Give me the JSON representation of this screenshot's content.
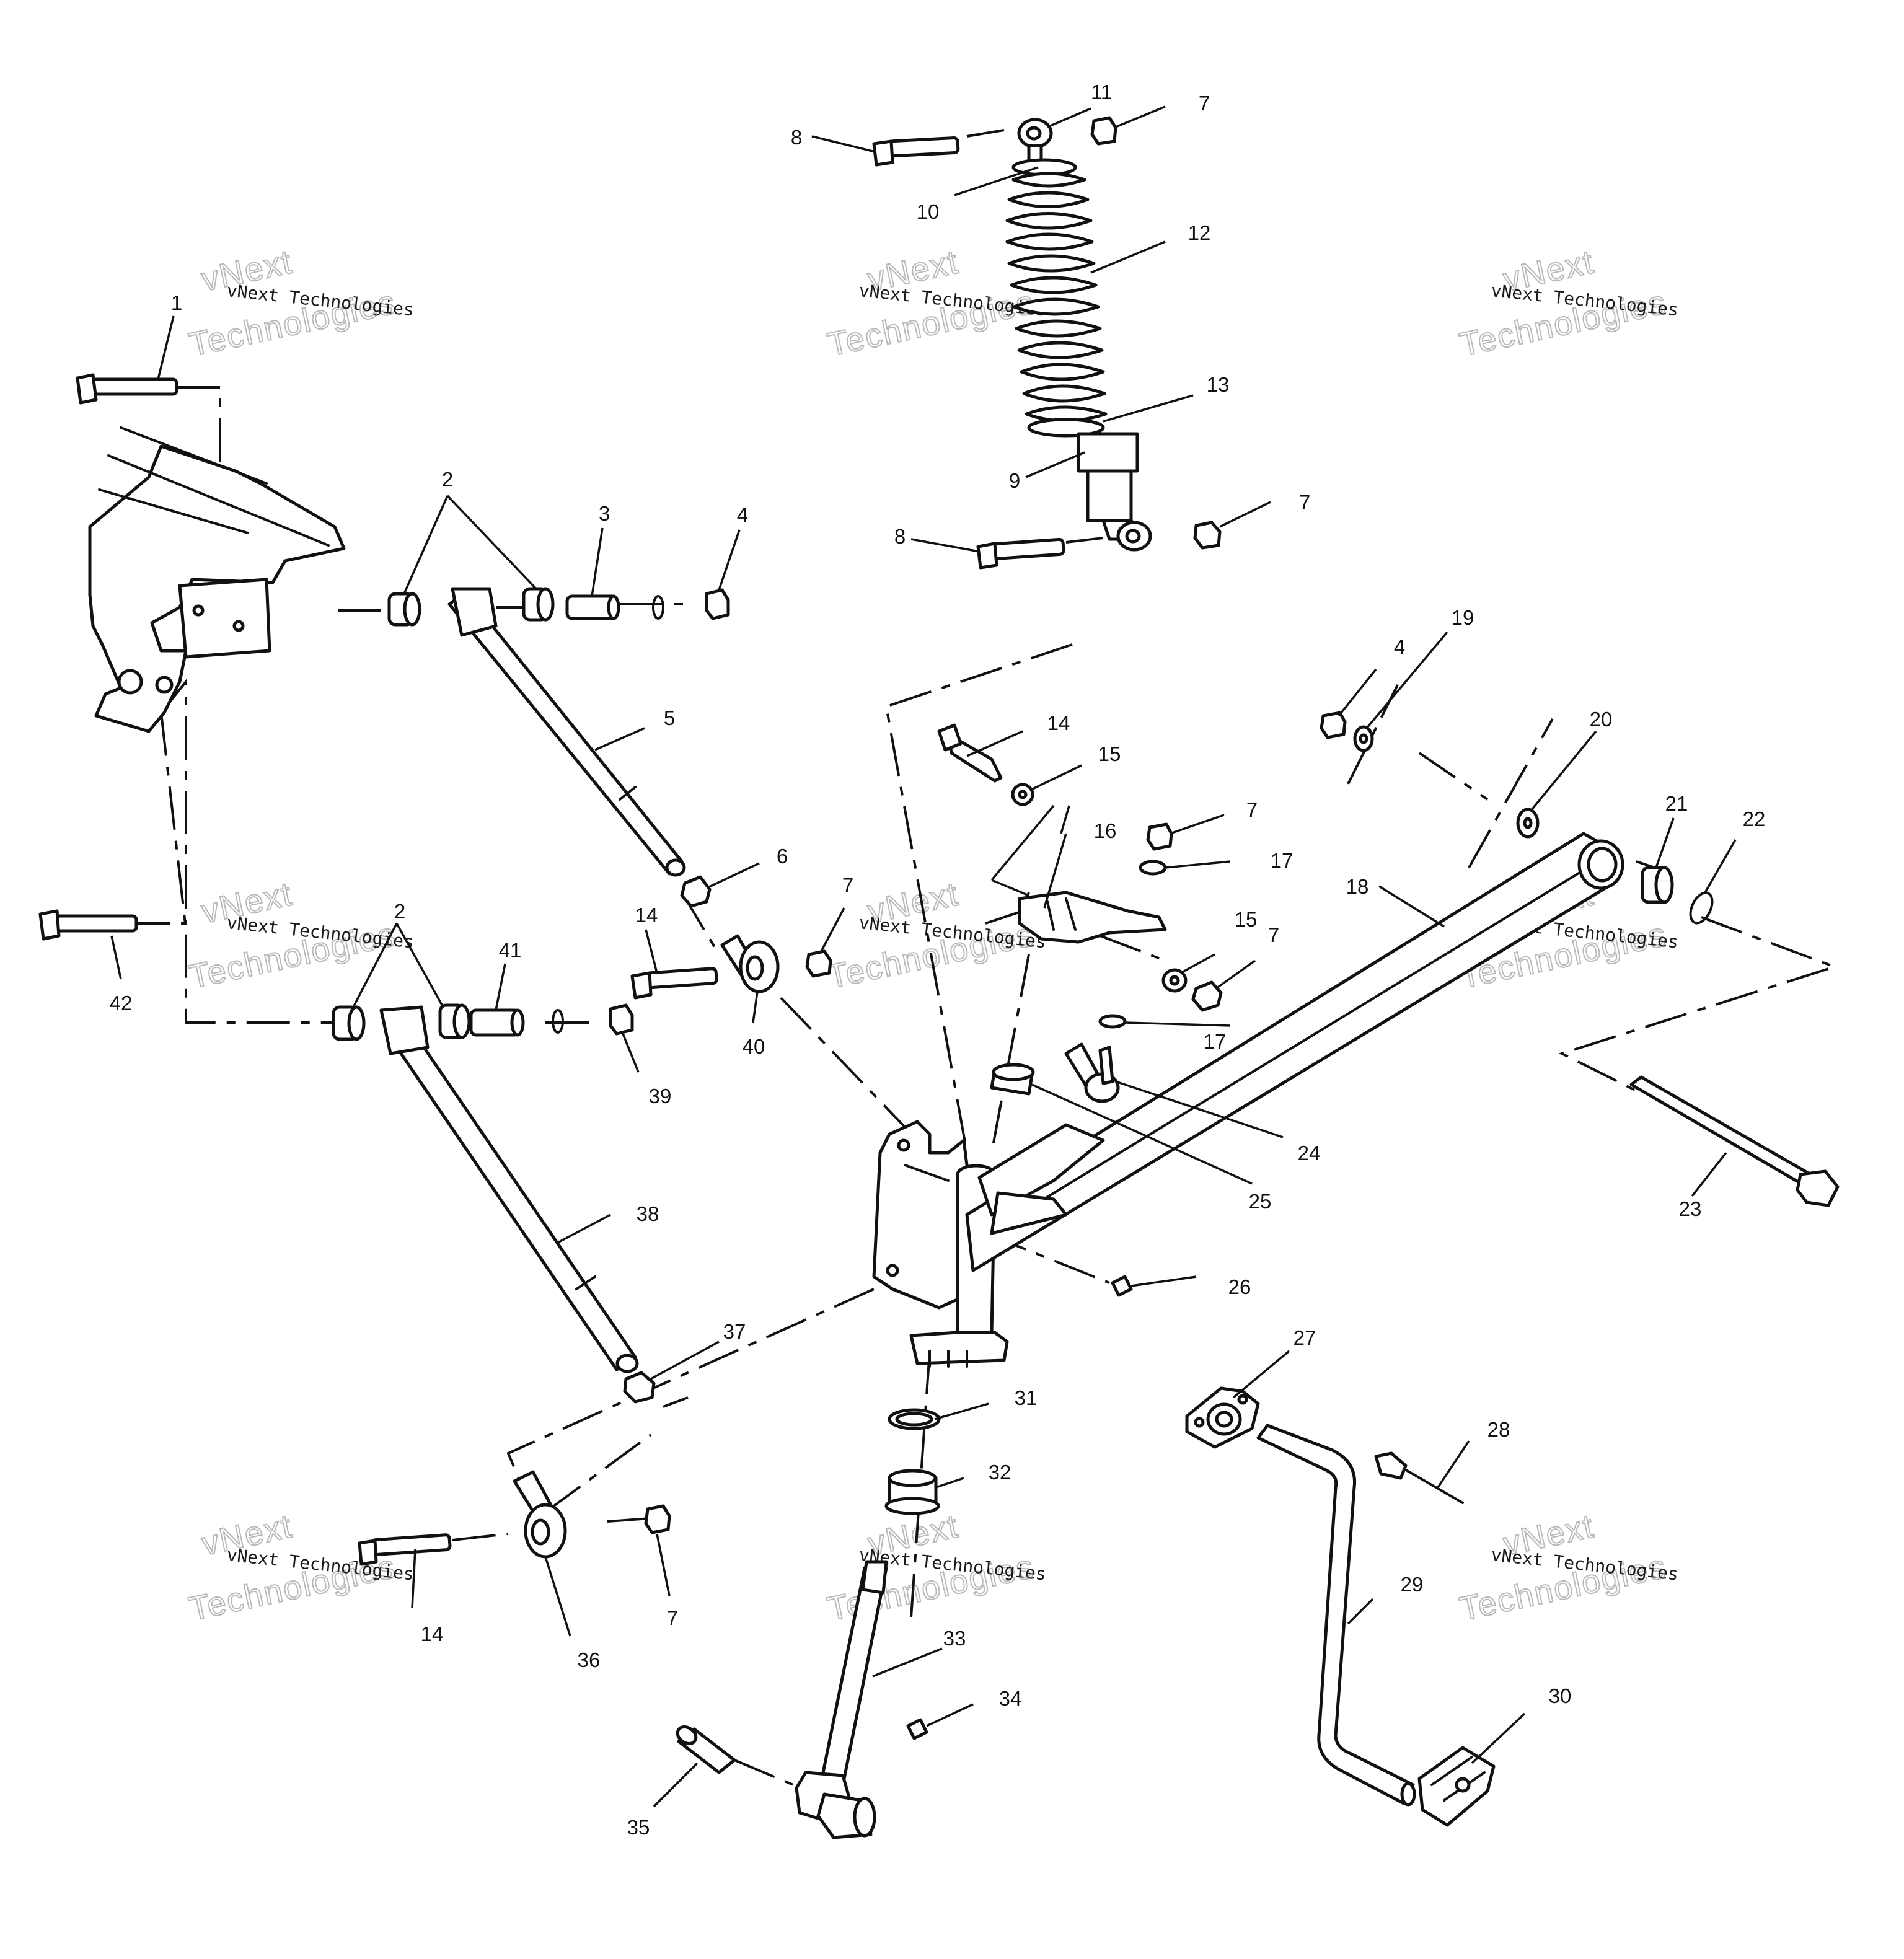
{
  "watermark": {
    "line_small": "vNext Technologies",
    "line_big_1": "vNext",
    "line_big_2": "Technologies"
  },
  "callouts": {
    "c1": "1",
    "c2a": "2",
    "c2b": "2",
    "c3": "3",
    "c4a": "4",
    "c4b": "4",
    "c5": "5",
    "c6": "6",
    "c7a": "7",
    "c7b": "7",
    "c7c": "7",
    "c7d": "7",
    "c7e": "7",
    "c7f": "7",
    "c8a": "8",
    "c8b": "8",
    "c9": "9",
    "c10": "10",
    "c11": "11",
    "c12": "12",
    "c13": "13",
    "c14a": "14",
    "c14b": "14",
    "c14c": "14",
    "c15a": "15",
    "c15b": "15",
    "c16": "16",
    "c17a": "17",
    "c17b": "17",
    "c18": "18",
    "c19": "19",
    "c20": "20",
    "c21": "21",
    "c22": "22",
    "c23": "23",
    "c24": "24",
    "c25": "25",
    "c26": "26",
    "c27": "27",
    "c28": "28",
    "c29": "29",
    "c30": "30",
    "c31": "31",
    "c32": "32",
    "c33": "33",
    "c34": "34",
    "c35": "35",
    "c36": "36",
    "c37": "37",
    "c38": "38",
    "c39": "39",
    "c40": "40",
    "c41": "41",
    "c42": "42"
  }
}
